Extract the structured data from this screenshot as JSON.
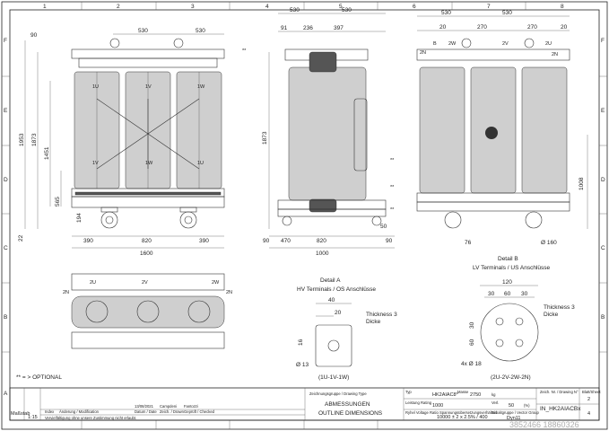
{
  "border": {
    "top_numbers": [
      "1",
      "2",
      "3",
      "4",
      "5",
      "6",
      "7",
      "8"
    ],
    "side_letters": [
      "F",
      "E",
      "D",
      "C",
      "B",
      "A"
    ]
  },
  "front_view": {
    "dims_top": [
      "530",
      "530"
    ],
    "dim_top_left": "90",
    "dims_bottom": [
      "390",
      "820",
      "390"
    ],
    "dim_total": "1600",
    "dims_left": [
      "1953",
      "1873",
      "1451",
      "565",
      "194",
      "22"
    ],
    "terminals": [
      "1U",
      "1V",
      "1W",
      "1V",
      "1W",
      "1U"
    ]
  },
  "side_view": {
    "dims_top": [
      "91",
      "236",
      "397"
    ],
    "dims_top2": [
      "530",
      "530"
    ],
    "dim_left": "1873",
    "dims_bottom": [
      "90",
      "470",
      "820",
      "90"
    ],
    "dim_total": "1000",
    "markers": [
      "**",
      "**",
      "**",
      "**"
    ],
    "dim_right": "50"
  },
  "rear_view": {
    "dims_top": [
      "530",
      "530"
    ],
    "dims_top2": [
      "20",
      "270",
      "270",
      "20"
    ],
    "labels": [
      "2N",
      "B",
      "2W",
      "2V",
      "2U",
      "2N"
    ],
    "dim_right": "1008",
    "dim_bottom": "76",
    "wheel": "Ø 160"
  },
  "plan_view": {
    "labels": [
      "2U",
      "2V",
      "2W",
      "2N",
      "2N"
    ]
  },
  "detail_a": {
    "title": "Detail A",
    "subtitle": "HV Terminals / OS Anschlüsse",
    "dims": [
      "40",
      "20",
      "16"
    ],
    "thickness": "Thickness 3",
    "thickness_de": "Dicke",
    "hole": "Ø 13",
    "caption": "(1U-1V-1W)"
  },
  "detail_b": {
    "title": "Detail B",
    "subtitle": "LV Terminals / US Anschlüsse",
    "dims_top": [
      "120",
      "30",
      "60",
      "30"
    ],
    "dims_left": [
      "30",
      "60"
    ],
    "thickness": "Thickness 3",
    "thickness_de": "Dicke",
    "hole": "4x Ø 18",
    "caption": "(2U-2V-2W-2N)"
  },
  "optional_note": "** = > OPTIONAL",
  "title_block": {
    "revision": {
      "row_labels": [
        "Index",
        "Änderung / Modification",
        "Datum / Date",
        "Zeich. / Drawn",
        "Geprüft / Checked"
      ],
      "date": "13/08/2021",
      "drawn": "Campdeni",
      "checked": "Fantozzi"
    },
    "scale_label": "Maßstab",
    "scale_value": "1:15",
    "use_note": "Vervielfältigung ohne unsere Zustimmung nicht erlaubt.",
    "group_label": "Zeichnungsgruppe / Drawing Type",
    "title_de": "ABMESSUNGEN",
    "title_en": "OUTLINE DIMENSIONS",
    "fields": {
      "type_label": "Typ",
      "type_value": "HK2AIAC8*",
      "rating_label": "Leistung Rating",
      "rating_value": "1000",
      "voltage_label": "Ryhel Voltage Ratio Spannungsübersetzungsverhältnis",
      "voltage_value": "10000 ± 2 x 2.5% / 400",
      "weight_label": "Masse",
      "weight_value": "2750",
      "weight_unit": "kg",
      "losses_label": "Verl.",
      "losses_value": "50",
      "losses_unit": "(%)",
      "sheet_label": "Blatt/Sheet",
      "sheet_value": "2",
      "sheets_value": "4",
      "drawing_no_label": "Zeich. Nr. / Drawing N°",
      "drawing_no": "IN_HK2AIACBx",
      "vector_label": "Schaltgruppe / Vector Group",
      "vector_value": "Dyn11"
    }
  },
  "watermark": "3852466 18860326"
}
